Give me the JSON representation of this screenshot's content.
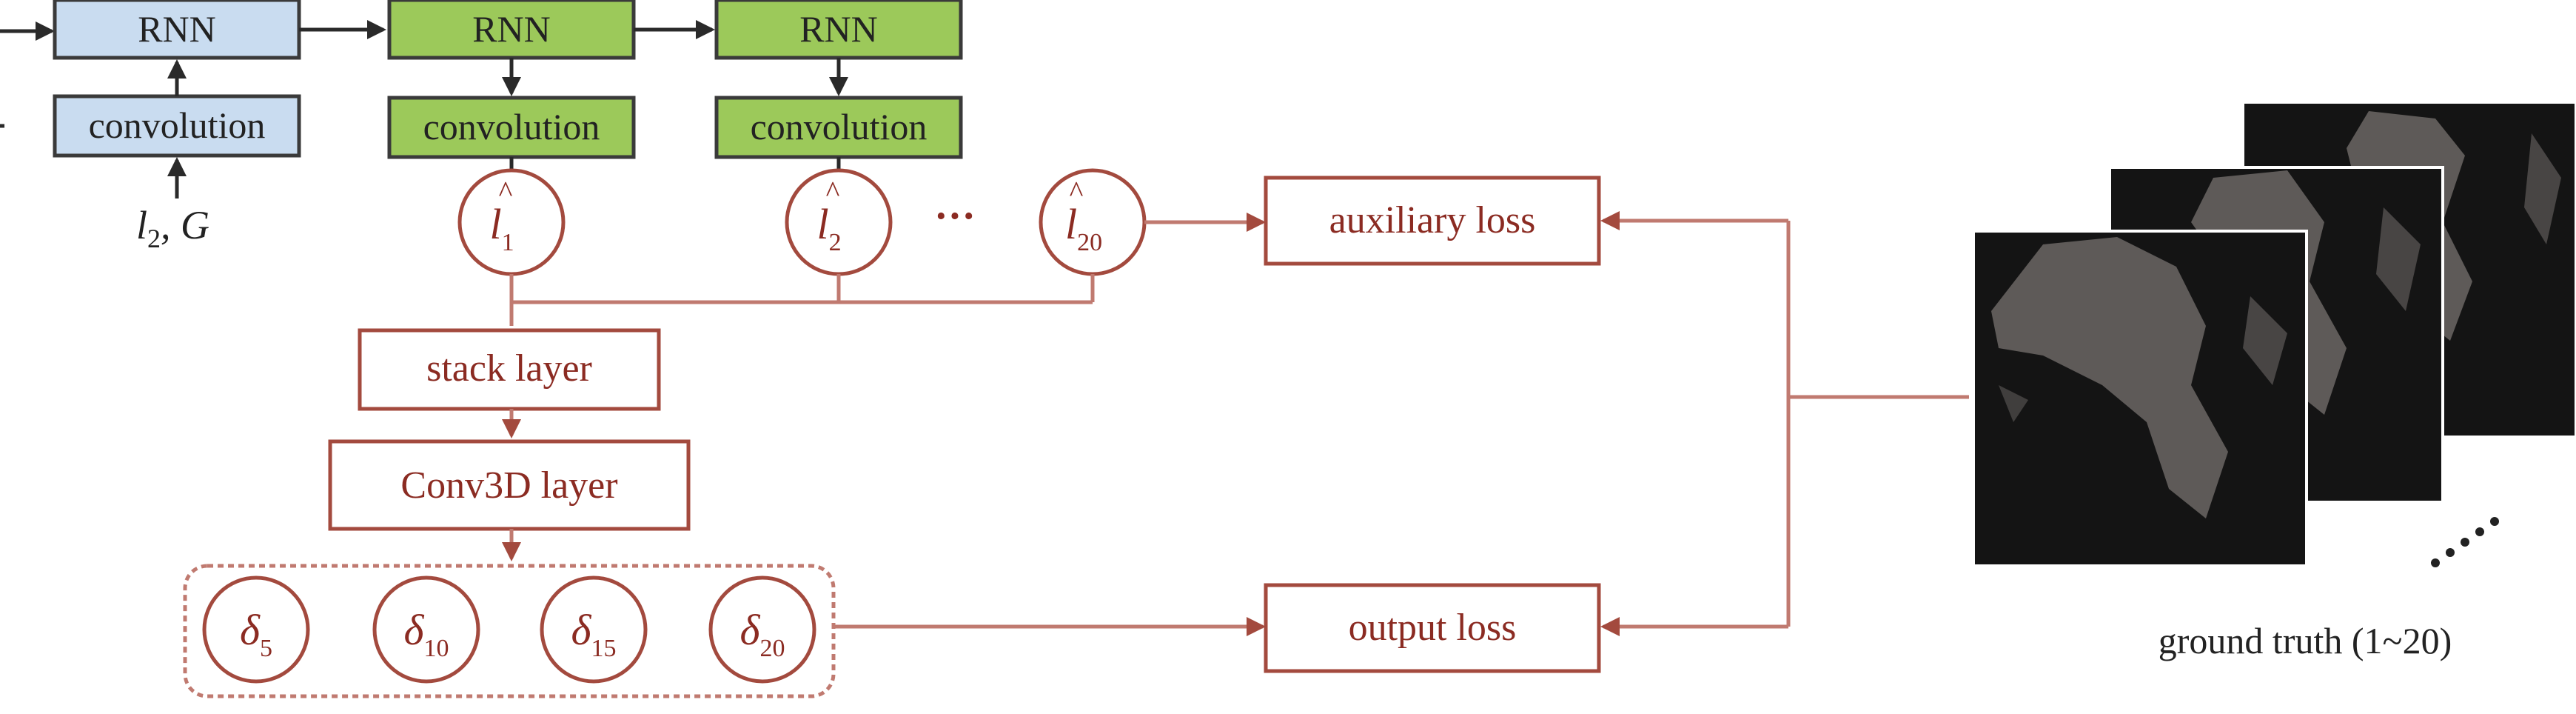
{
  "encoder": {
    "cells": [
      {
        "top": "RNN",
        "bottom": "convolution",
        "input_var": "l",
        "input_sub": "2",
        "input_rest": ", G"
      },
      {
        "top": "RNN",
        "bottom": "convolution"
      },
      {
        "top": "RNN",
        "bottom": "convolution"
      }
    ]
  },
  "predictions": [
    {
      "symbol": "l",
      "hat": "^",
      "sub": "1"
    },
    {
      "symbol": "l",
      "hat": "^",
      "sub": "2"
    },
    {
      "symbol": "l",
      "hat": "^",
      "sub": "20"
    }
  ],
  "ellipsis": "···",
  "layers": {
    "stack": "stack layer",
    "conv3d": "Conv3D layer"
  },
  "outputs": [
    {
      "symbol": "δ",
      "sub": "5"
    },
    {
      "symbol": "δ",
      "sub": "10"
    },
    {
      "symbol": "δ",
      "sub": "15"
    },
    {
      "symbol": "δ",
      "sub": "20"
    }
  ],
  "losses": {
    "auxiliary": "auxiliary loss",
    "output": "output loss"
  },
  "ground_truth": {
    "caption": "ground truth (1~20)"
  },
  "colors": {
    "encoder_first": "#c9dcf0",
    "encoder_rest": "#9cc95a",
    "decoder_stroke": "#a34a3e",
    "decoder_text": "#8b2b22",
    "connector_red": "#c07a70"
  }
}
